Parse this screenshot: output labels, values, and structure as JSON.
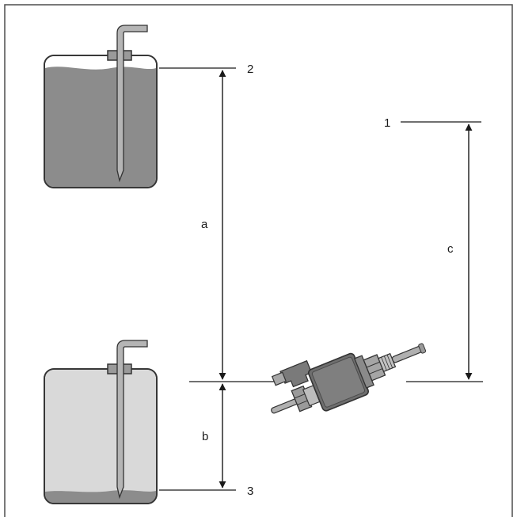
{
  "labels": {
    "point_1": "1",
    "point_2": "2",
    "point_3": "3",
    "dim_a": "a",
    "dim_b": "b",
    "dim_c": "c"
  },
  "colors": {
    "frame": "#4d4d4d",
    "tank_full_fill": "#8c8c8c",
    "tank_empty_fill": "#d9d9d9",
    "tank_outline": "#333333",
    "pump_body": "#6e6e6e",
    "line": "#1a1a1a"
  }
}
